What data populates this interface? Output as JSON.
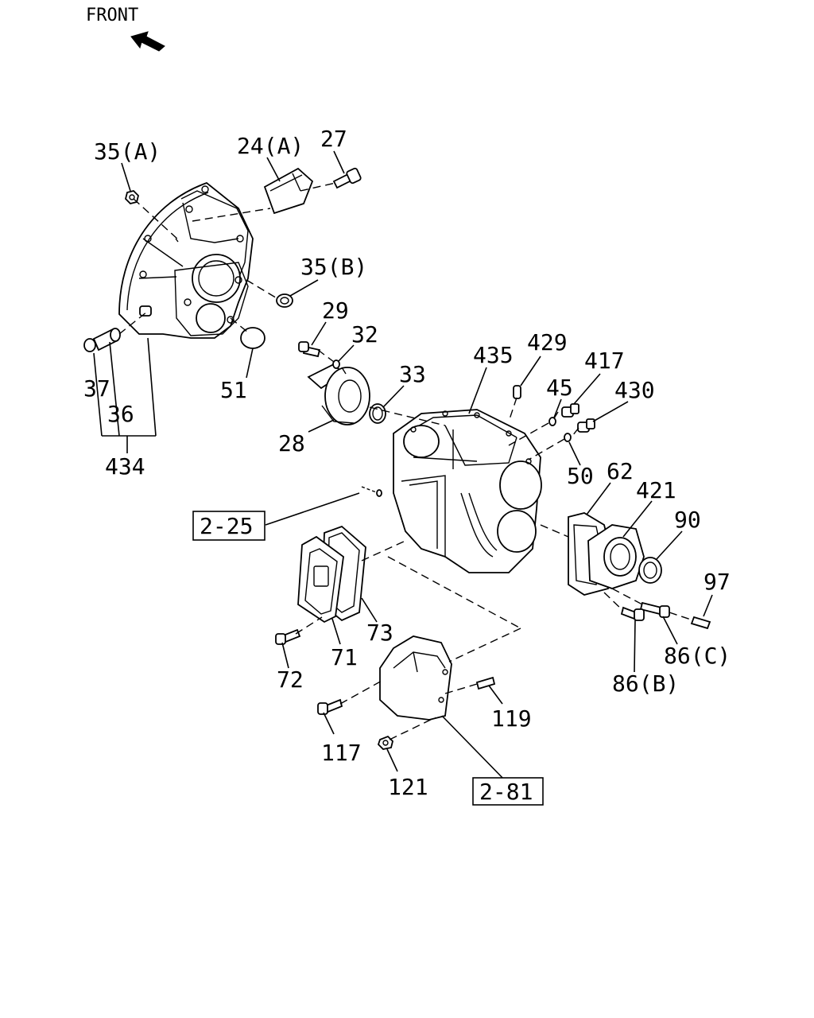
{
  "header": {
    "front_label": "FRONT"
  },
  "icons": {
    "front_arrow": "front-arrow-icon"
  },
  "refs": {
    "ref_2_25": "2-25",
    "ref_2_81": "2-81"
  },
  "callouts": {
    "c35a": "35(A)",
    "c24a": "24(A)",
    "c27": "27",
    "c35b": "35(B)",
    "c29": "29",
    "c32": "32",
    "c33": "33",
    "c435": "435",
    "c429": "429",
    "c45": "45",
    "c417": "417",
    "c430": "430",
    "c37": "37",
    "c36": "36",
    "c434": "434",
    "c51": "51",
    "c28": "28",
    "c50": "50",
    "c62": "62",
    "c421": "421",
    "c90": "90",
    "c97": "97",
    "c86c": "86(C)",
    "c86b": "86(B)",
    "c73": "73",
    "c71": "71",
    "c72": "72",
    "c119": "119",
    "c117": "117",
    "c121": "121"
  }
}
